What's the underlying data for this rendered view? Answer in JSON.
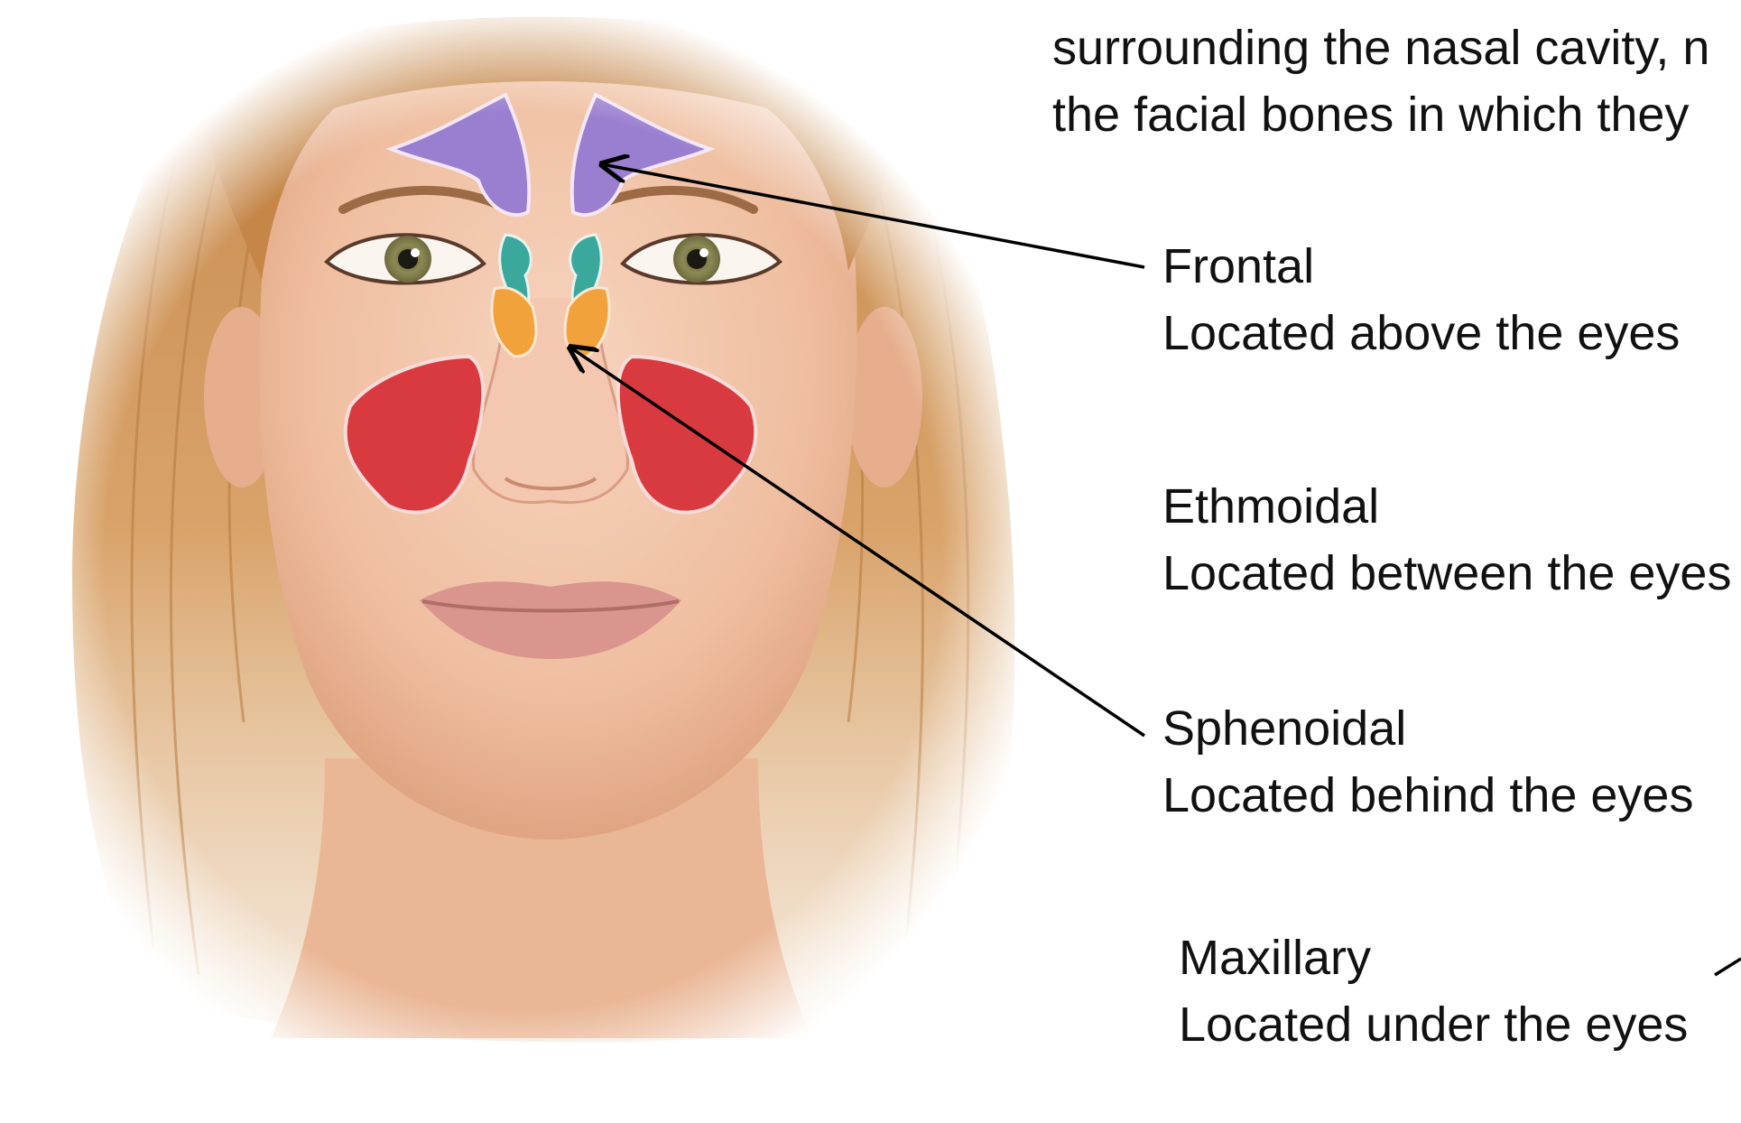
{
  "intro": {
    "line1": "surrounding the nasal cavity, n",
    "line2": "the facial bones in which they"
  },
  "sinuses": [
    {
      "name": "Frontal",
      "location": "Located above the eyes",
      "color": "#9a7fd1"
    },
    {
      "name": "Ethmoidal",
      "location": "Located between the eyes",
      "color": "#3aa89c"
    },
    {
      "name": "Sphenoidal",
      "location": "Located behind the eyes",
      "color": "#f2a23a"
    },
    {
      "name": "Maxillary",
      "location": "Located under the eyes",
      "color": "#d93a3f"
    }
  ],
  "colors": {
    "skin": "#f2c8ac",
    "hair": "#c98e52",
    "arrow": "#000000"
  }
}
